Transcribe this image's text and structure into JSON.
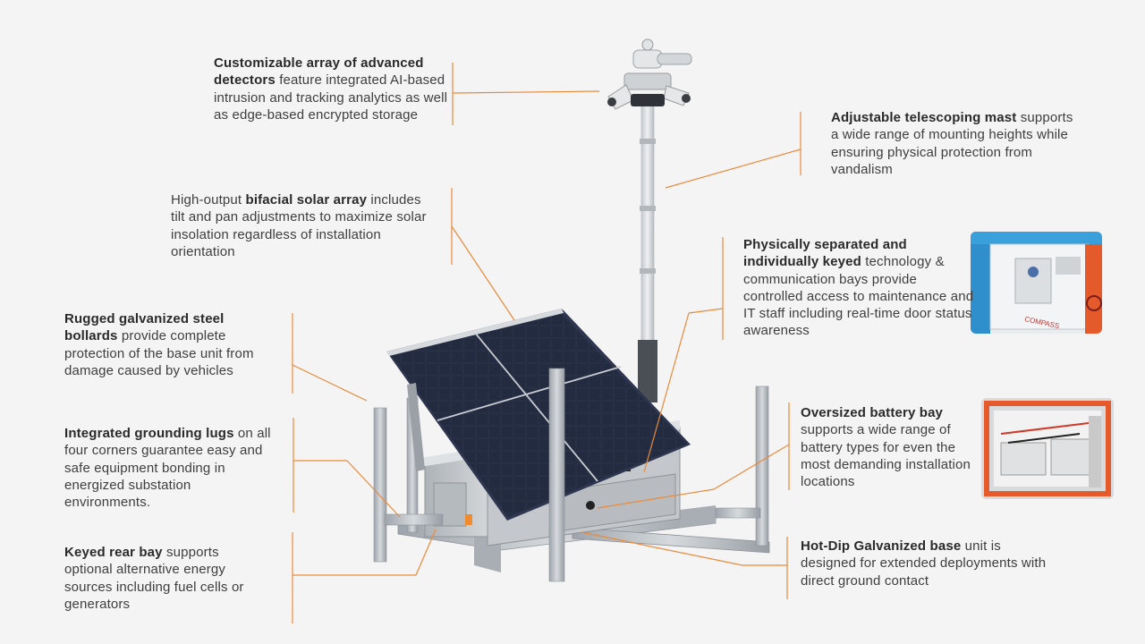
{
  "callouts": {
    "detectors": {
      "bold": "Customizable array of advanced detectors",
      "rest": " feature integrated AI-based intrusion and tracking analytics as well as edge-based encrypted storage"
    },
    "mast": {
      "bold": "Adjustable telescoping mast",
      "rest": " supports a wide range of mounting heights while ensuring physical protection from vandalism"
    },
    "solar": {
      "pre": "High-output ",
      "bold": "bifacial solar array",
      "rest": " includes tilt and pan adjustments to maximize solar insolation regardless of installation orientation"
    },
    "bays": {
      "bold": "Physically separated and individually keyed",
      "rest": " technology & communication bays provide controlled access to maintenance and IT staff including real-time door status awareness"
    },
    "bollards": {
      "bold": "Rugged galvanized steel bollards",
      "rest": " provide complete protection of the base unit from damage caused by vehicles"
    },
    "grounding": {
      "bold": "Integrated grounding lugs",
      "rest": " on all four corners guarantee easy and safe equipment bonding in energized substation environments."
    },
    "battery": {
      "bold": "Oversized battery bay",
      "rest": " supports a wide range of battery types for even the most demanding installation locations"
    },
    "rear_bay": {
      "bold": "Keyed rear bay",
      "rest": " supports optional alternative energy sources including fuel cells or generators"
    },
    "base": {
      "bold": "Hot-Dip Galvanized base",
      "rest": " unit is designed for extended deployments with direct ground contact"
    }
  },
  "photos": {
    "tech_bay_label": "COMPASS"
  },
  "colors": {
    "leader": "#e98a3a",
    "background": "#f4f4f4",
    "steel": "#b9bec4",
    "panel": "#1f2638",
    "cabinet": "#c9cccf"
  }
}
